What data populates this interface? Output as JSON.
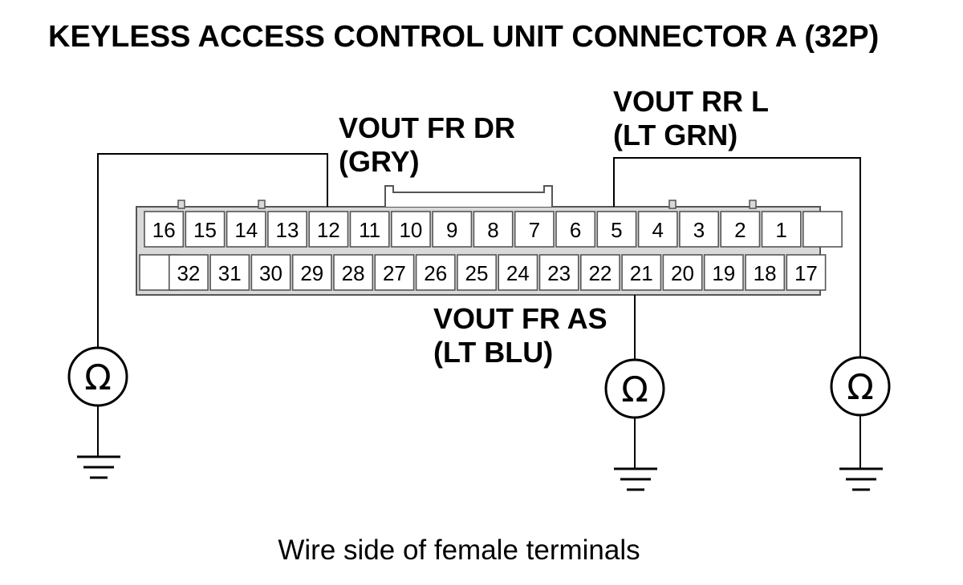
{
  "title": "KEYLESS ACCESS CONTROL UNIT CONNECTOR A (32P)",
  "caption": "Wire side of female terminals",
  "meter_symbol": "Ω",
  "connector": {
    "top_row": [
      "16",
      "15",
      "14",
      "13",
      "12",
      "11",
      "10",
      "9",
      "8",
      "7",
      "6",
      "5",
      "4",
      "3",
      "2",
      "1"
    ],
    "bottom_row": [
      "32",
      "31",
      "30",
      "29",
      "28",
      "27",
      "26",
      "25",
      "24",
      "23",
      "22",
      "21",
      "20",
      "19",
      "18",
      "17"
    ]
  },
  "wires": [
    {
      "pin": "12",
      "label_line1": "VOUT FR DR",
      "label_line2": "(GRY)"
    },
    {
      "pin": "5",
      "label_line1": "VOUT RR L",
      "label_line2": "(LT GRN)"
    },
    {
      "pin": "21",
      "label_line1": "VOUT FR AS",
      "label_line2": "(LT BLU)"
    }
  ],
  "colors": {
    "connector_fill": "#d9d9d9",
    "line": "#000000"
  }
}
